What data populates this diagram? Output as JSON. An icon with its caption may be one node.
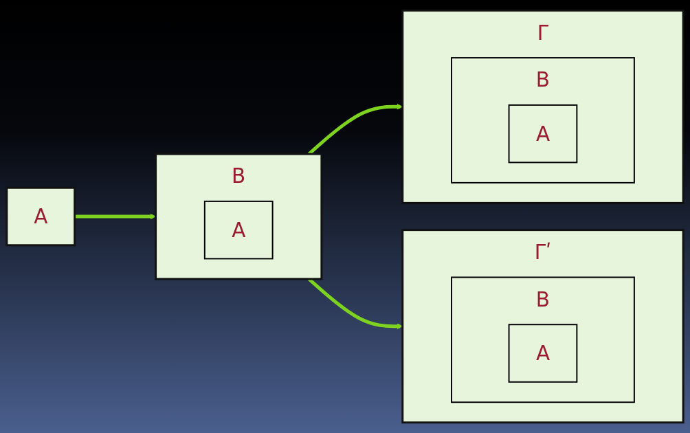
{
  "diagram": {
    "nodes": [
      {
        "text": [
          "A"
        ]
      },
      {
        "text": [
          "B"
        ]
      },
      {
        "text": [
          "A"
        ],
        "in": 1
      },
      {
        "text": [
          "Γ"
        ]
      },
      {
        "text": [
          "B"
        ],
        "in": 3
      },
      {
        "text": [
          "A"
        ],
        "in": 4
      },
      {
        "text": [
          "Γʹ"
        ]
      },
      {
        "text": [
          "B"
        ],
        "in": 6
      },
      {
        "text": [
          "A"
        ],
        "in": 7
      }
    ],
    "edges": [
      {
        "from": 0,
        "to": 1,
        "arrow": "to"
      },
      {
        "from": 1,
        "to": 3,
        "arrow": "to"
      },
      {
        "from": 1,
        "to": 6,
        "arrow": "to"
      }
    ]
  }
}
